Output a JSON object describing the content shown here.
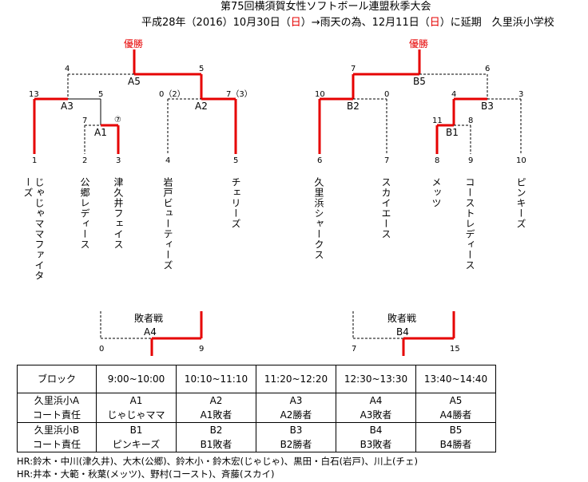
{
  "header": {
    "title": "第75回横須賀女性ソフトボール連盟秋季大会",
    "date_pre": "平成28年（2016）10月30日（",
    "date_day1": "日",
    "date_mid": "）→雨天の為、12月11日（",
    "date_day2": "日",
    "date_post": "）に延期　久里浜小学校"
  },
  "bracket_left": {
    "champion": "優勝",
    "final": {
      "label": "A5",
      "left_score": "4",
      "right_score": "5"
    },
    "a3": {
      "label": "A3",
      "left_score": "13",
      "right_score": "5"
    },
    "a2": {
      "label": "A2",
      "left_score": "0（2）",
      "right_score": "7（3）"
    },
    "a1": {
      "label": "A1",
      "left_score": "7",
      "right_score": "⑦"
    },
    "seeds": [
      "1",
      "2",
      "3",
      "4",
      "5"
    ],
    "teams": [
      "じゃじゃママファイターズ",
      "公郷レディース",
      "津久井フェイス",
      "岩戸ビューティーズ",
      "チェリーズ"
    ]
  },
  "bracket_right": {
    "champion": "優勝",
    "final": {
      "label": "B5",
      "left_score": "7",
      "right_score": "6"
    },
    "b2": {
      "label": "B2",
      "left_score": "10",
      "right_score": "0"
    },
    "b3": {
      "label": "B3",
      "left_score": "4",
      "right_score": "3"
    },
    "b1": {
      "label": "B1",
      "left_score": "11",
      "right_score": "8"
    },
    "seeds": [
      "6",
      "7",
      "8",
      "9",
      "10"
    ],
    "teams": [
      "久里浜シャークス",
      "スカイエース",
      "メッツ",
      "コーストレディース",
      "ピンキーズ"
    ]
  },
  "consolation_left": {
    "title": "敗者戦",
    "label": "A4",
    "left_score": "0",
    "right_score": "9"
  },
  "consolation_right": {
    "title": "敗者戦",
    "label": "B4",
    "left_score": "7",
    "right_score": "15"
  },
  "schedule": {
    "headers": [
      "ブロック",
      "9:00~10:00",
      "10:10~11:10",
      "11:20~12:20",
      "12:30~13:30",
      "13:40~14:40"
    ],
    "rows": [
      {
        "block": "久里浜小A",
        "games": [
          "A1",
          "A2",
          "A3",
          "A4",
          "A5"
        ]
      },
      {
        "block": "コート責任",
        "games": [
          "じゃじゃママ",
          "A1敗者",
          "A2勝者",
          "A3敗者",
          "A4勝者"
        ]
      },
      {
        "block": "久里浜小B",
        "games": [
          "B1",
          "B2",
          "B3",
          "B4",
          "B5"
        ]
      },
      {
        "block": "コート責任",
        "games": [
          "ピンキーズ",
          "B1敗者",
          "B2勝者",
          "B3敗者",
          "B4勝者"
        ]
      }
    ]
  },
  "notes": [
    "HR:鈴木・中川(津久井)、大木(公郷)、鈴木小・鈴木宏(じゃじゃ)、黒田・白石(岩戸)、川上(チェ)",
    "HR:井本・大範・秋葉(メッツ)、野村(コースト)、斉藤(スカイ)"
  ],
  "colors": {
    "winner_line": "#e60000",
    "loser_line": "#000000",
    "accent_text": "#e60000"
  }
}
